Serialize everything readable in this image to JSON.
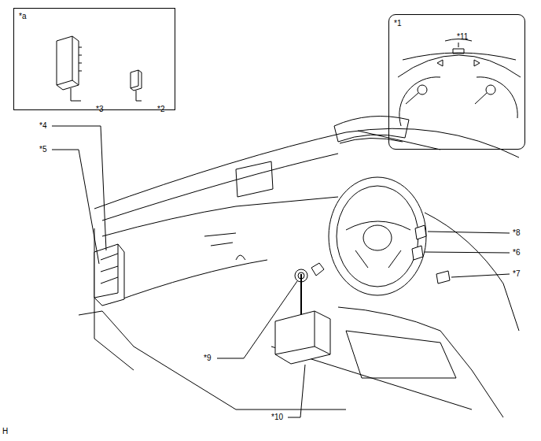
{
  "diagram": {
    "nodes": [
      {
        "text": [
          "*a",
          "*3",
          "*2"
        ]
      },
      {
        "text": [
          "*1",
          "*11"
        ]
      }
    ],
    "labels": [
      "*4",
      "*5",
      "*8",
      "*6",
      "*7",
      "*9",
      "*10",
      "H"
    ]
  }
}
